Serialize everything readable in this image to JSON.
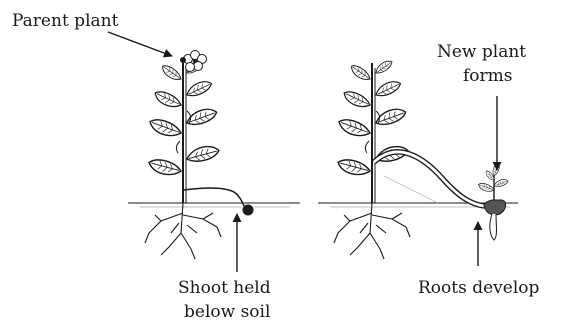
{
  "figure": {
    "labels": {
      "parent_plant": "Parent plant",
      "shoot_line1": "Shoot held",
      "shoot_line2": "below soil",
      "new_plant_line1": "New plant",
      "new_plant_line2": "forms",
      "roots": "Roots develop"
    },
    "colors": {
      "ink": "#1a1a1a",
      "leaf_fill": "#ffffff",
      "shading": "#555555"
    }
  }
}
